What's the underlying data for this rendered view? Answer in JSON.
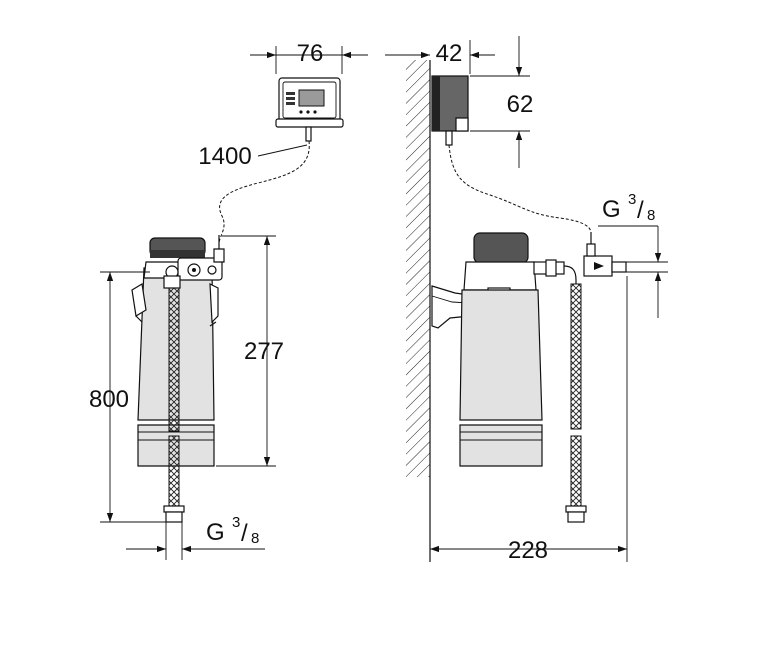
{
  "dimensions": {
    "display_width": "76",
    "display_depth": "42",
    "display_height": "62",
    "cable_length": "1400",
    "filter_height": "277",
    "hose_length": "800",
    "side_depth": "228",
    "thread_left": {
      "letter": "G",
      "num": "3",
      "den": "8"
    },
    "thread_right": {
      "letter": "G",
      "num": "3",
      "den": "8"
    }
  },
  "colors": {
    "line": "#111111",
    "body": "#e2e2e2",
    "dark": "#555555"
  }
}
